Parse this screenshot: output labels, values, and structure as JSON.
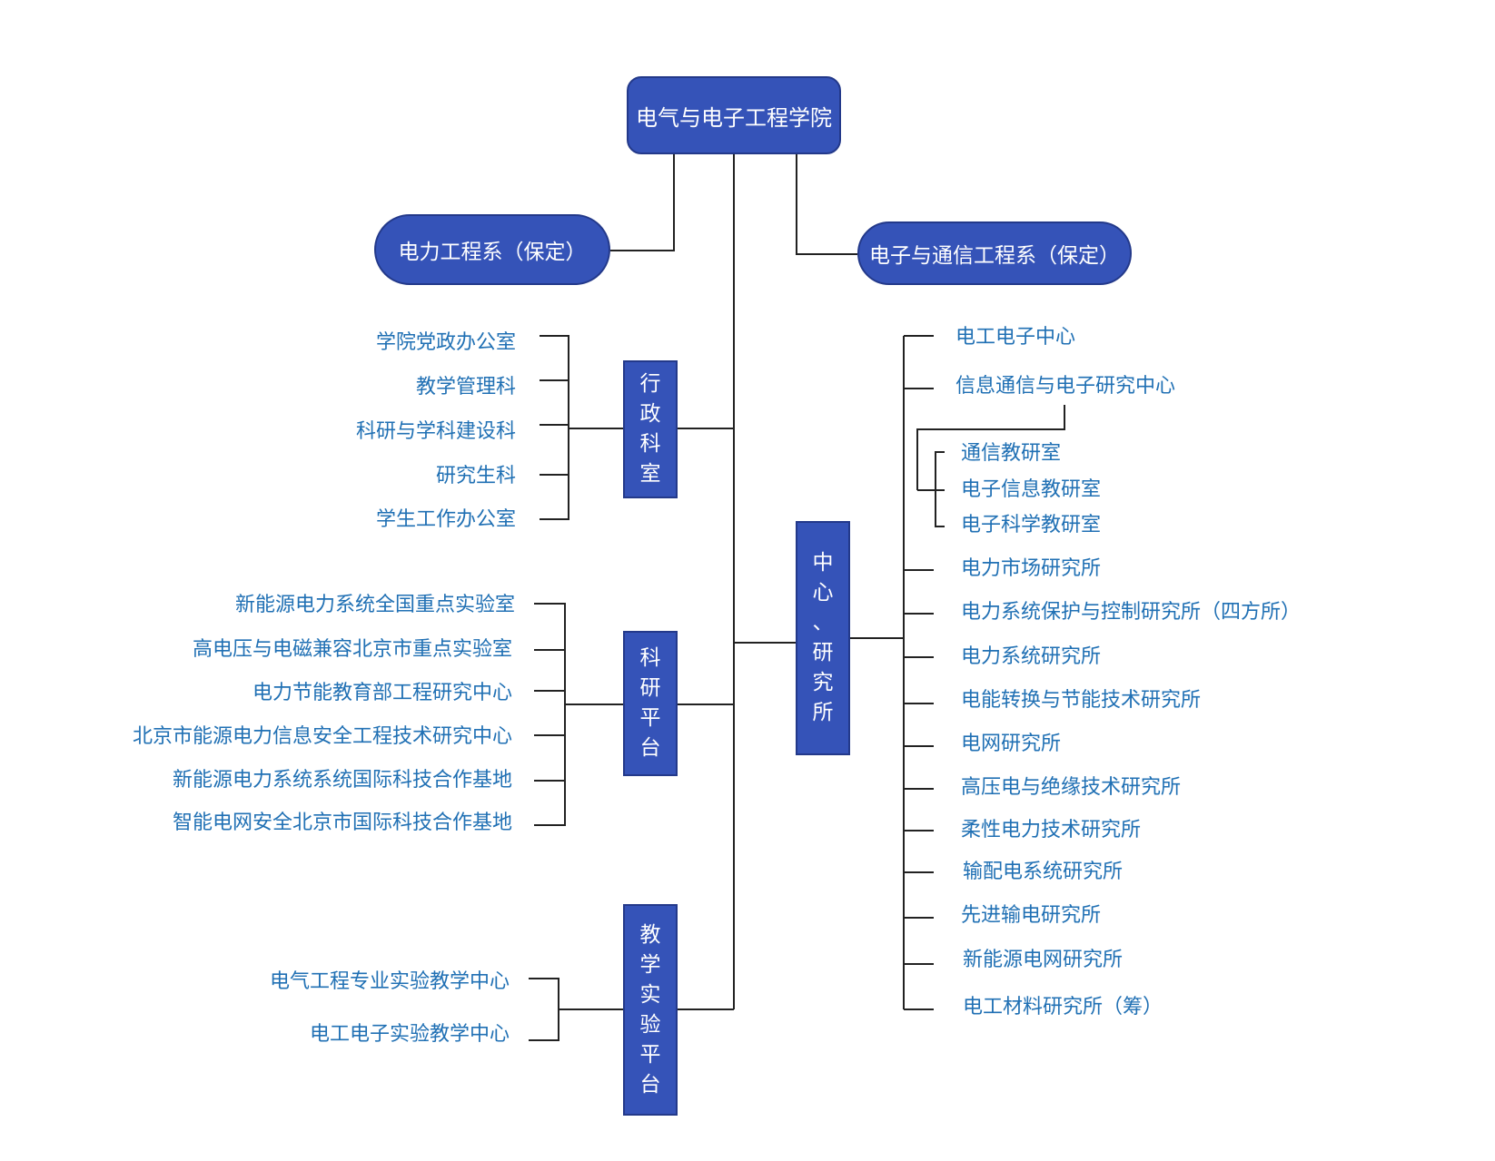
{
  "root": "电气与电子工程学院",
  "departments": {
    "power": "电力工程系（保定）",
    "electronics": "电子与通信工程系（保定）"
  },
  "groups": {
    "admin": {
      "label": [
        "行",
        "政",
        "科",
        "室"
      ],
      "items": [
        "学院党政办公室",
        "教学管理科",
        "科研与学科建设科",
        "研究生科",
        "学生工作办公室"
      ]
    },
    "research_platform": {
      "label": [
        "科",
        "研",
        "平",
        "台"
      ],
      "items": [
        "新能源电力系统全国重点实验室",
        "高电压与电磁兼容北京市重点实验室",
        "电力节能教育部工程研究中心",
        "北京市能源电力信息安全工程技术研究中心",
        "新能源电力系统系统国际科技合作基地",
        "智能电网安全北京市国际科技合作基地"
      ]
    },
    "teaching_platform": {
      "label": [
        "教",
        "学",
        "实",
        "验",
        "平",
        "台"
      ],
      "items": [
        "电气工程专业实验教学中心",
        "电工电子实验教学中心"
      ]
    },
    "centers": {
      "label": [
        "中",
        "心",
        "、",
        "研",
        "究",
        "所"
      ],
      "items": [
        "电工电子中心",
        "信息通信与电子研究中心",
        "电力市场研究所",
        "电力系统保护与控制研究所（四方所）",
        "电力系统研究所",
        "电能转换与节能技术研究所",
        "电网研究所",
        "高压电与绝缘技术研究所",
        "柔性电力技术研究所",
        "输配电系统研究所",
        "先进输电研究所",
        "新能源电网研究所",
        "电工材料研究所（筹）"
      ],
      "sub_items": [
        "通信教研室",
        "电子信息教研室",
        "电子科学教研室"
      ]
    }
  },
  "colors": {
    "node_fill": "#3553b8",
    "node_border": "#23398a",
    "leaf_text": "#2070b4",
    "line": "#222222"
  }
}
